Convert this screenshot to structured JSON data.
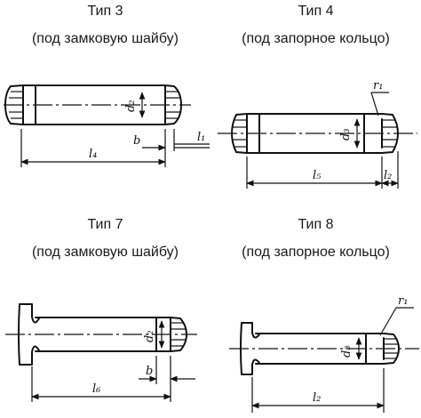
{
  "types": [
    {
      "id": "type-3",
      "title": "Тип 3",
      "subtitle": "(под замковую шайбу)"
    },
    {
      "id": "type-4",
      "title": "Тип 4",
      "subtitle": "(под запорное кольцо)"
    },
    {
      "id": "type-7",
      "title": "Тип 7",
      "subtitle": "(под замковую шайбу)"
    },
    {
      "id": "type-8",
      "title": "Тип 8",
      "subtitle": "(под запорное кольцо)"
    }
  ],
  "labels": {
    "d2": "d₂",
    "d3": "d₃",
    "l4": "l₄",
    "l5": "l₅",
    "l6": "l₆",
    "l2": "l₂",
    "l1": "l₁",
    "b": "b",
    "r1": "r₁"
  }
}
